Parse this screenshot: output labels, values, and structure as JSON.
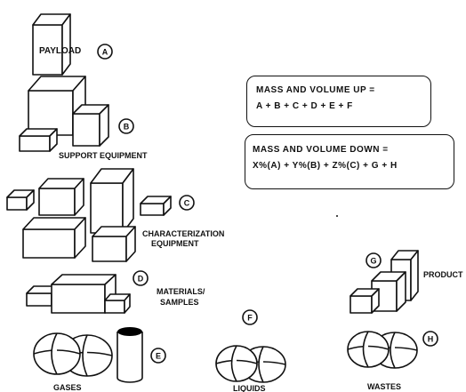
{
  "labels": {
    "payload": "PAYLOAD",
    "support_equipment": "SUPPORT EQUIPMENT",
    "characterization_line1": "CHARACTERIZATION",
    "characterization_line2": "EQUIPMENT",
    "materials_line1": "MATERIALS/",
    "materials_line2": "SAMPLES",
    "gases": "GASES",
    "liquids": "LIQUIDS",
    "wastes": "WASTES",
    "product": "PRODUCT"
  },
  "markers": {
    "a": "A",
    "b": "B",
    "c": "C",
    "d": "D",
    "e": "E",
    "f": "F",
    "g": "G",
    "h": "H"
  },
  "equations": {
    "up": {
      "line1": "MASS AND VOLUME UP =",
      "line2": "A + B + C + D + E + F"
    },
    "down": {
      "line1": "MASS  AND VOLUME DOWN =",
      "line2": "X%(A)  +  Y%(B)  +  Z%(C) + G + H"
    }
  },
  "colors": {
    "ink": "#111111",
    "paper": "#ffffff"
  }
}
